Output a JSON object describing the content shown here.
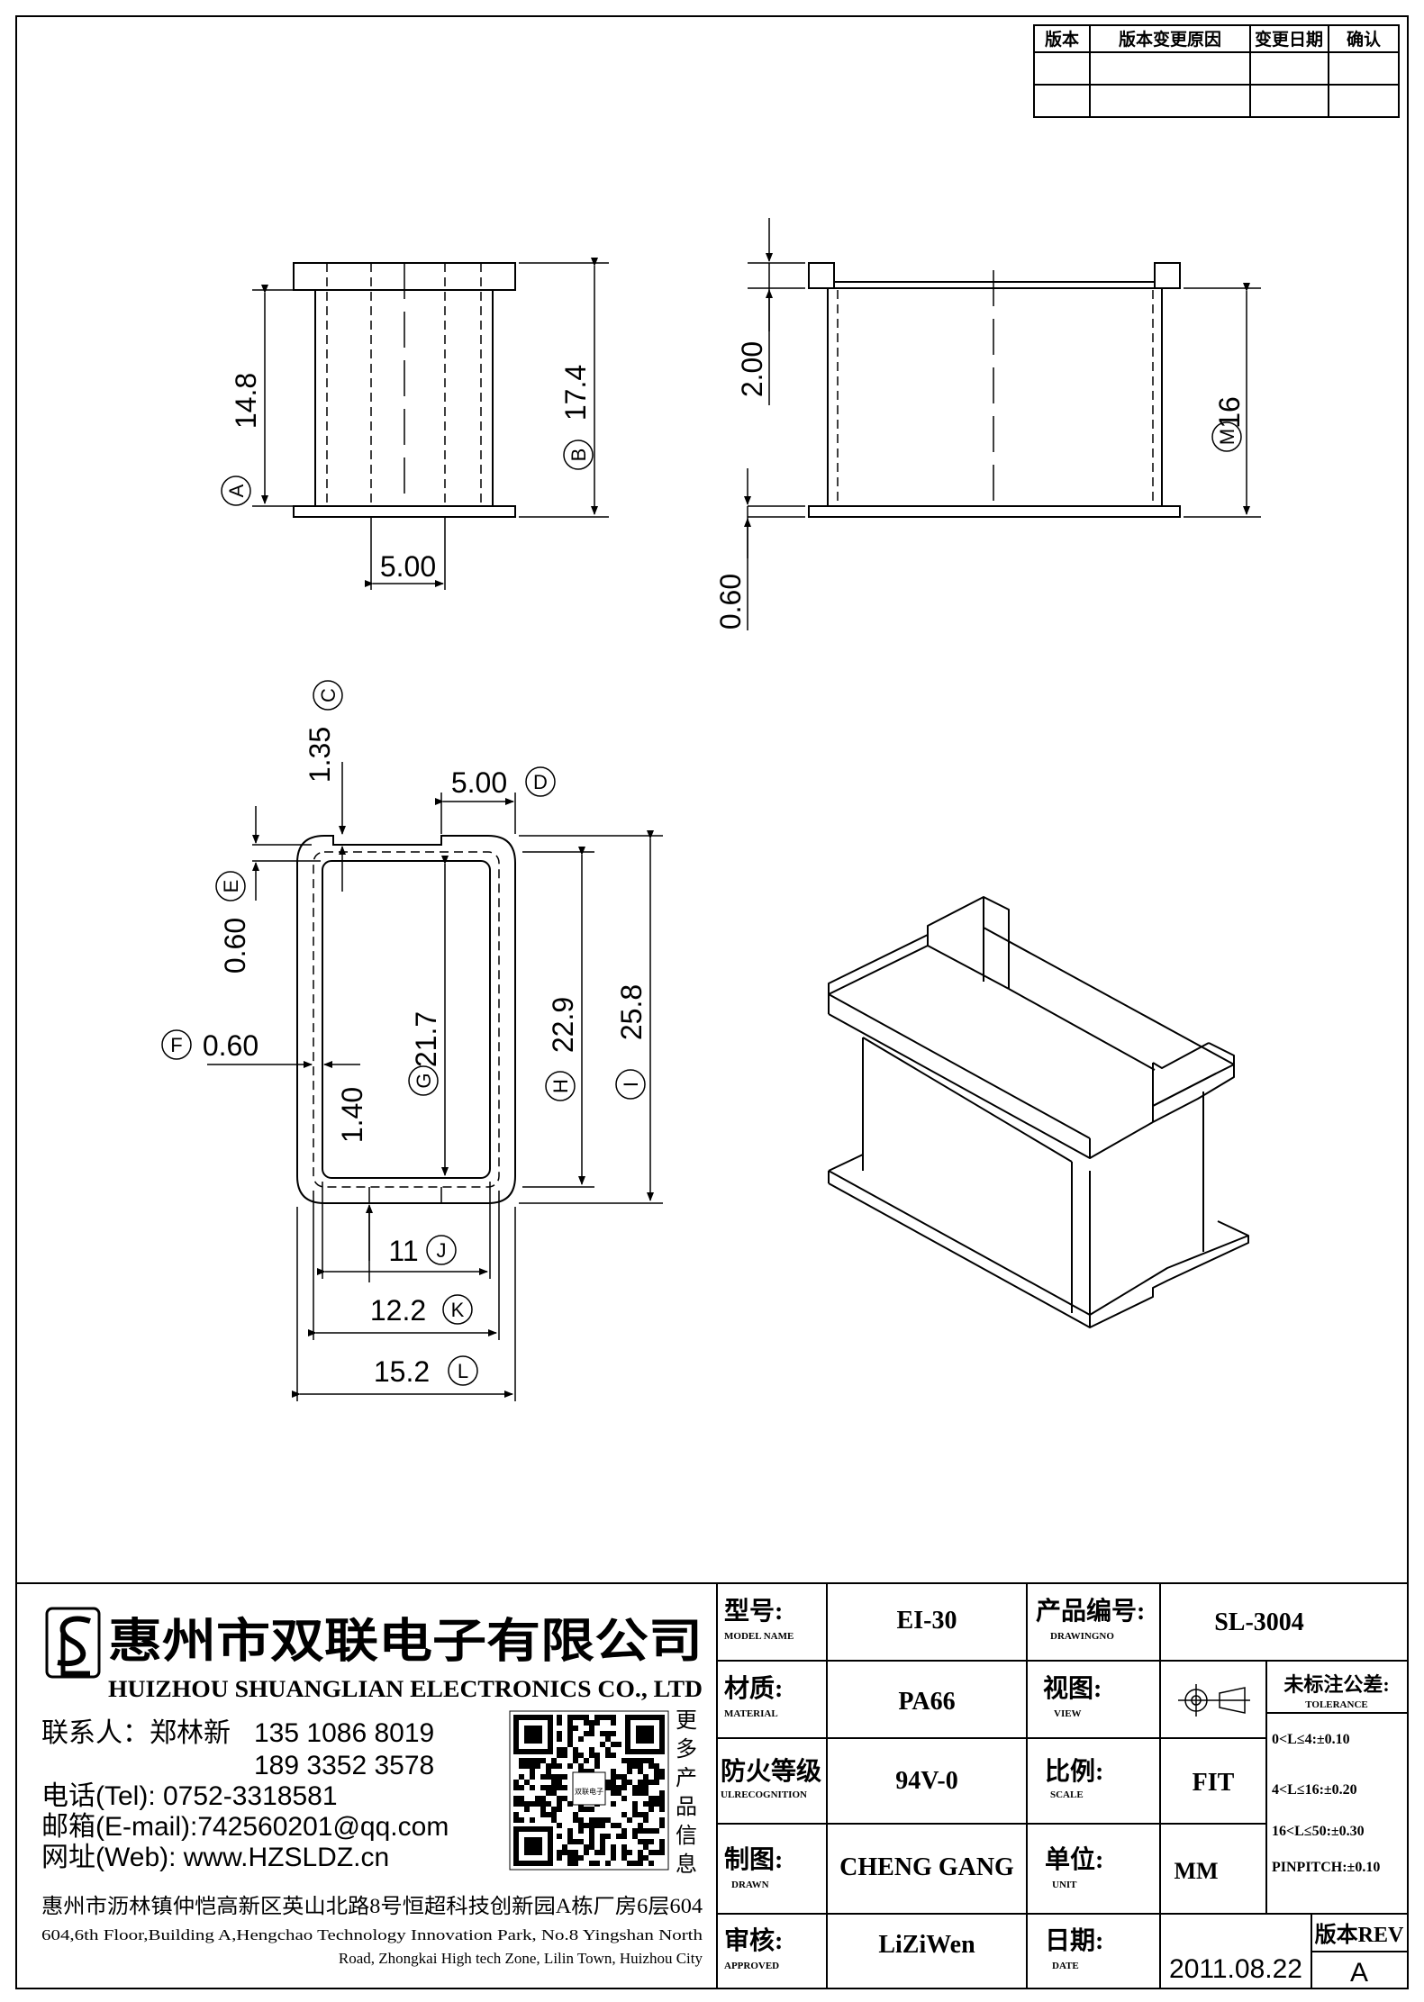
{
  "revision_table": {
    "headers": [
      "版本",
      "版本变更原因",
      "变更日期",
      "确认"
    ]
  },
  "dims": {
    "a": {
      "value": "14.8",
      "label": "A"
    },
    "b": {
      "value": "17.4",
      "label": "B"
    },
    "w5_front": "5.00",
    "h2": "2.00",
    "m": {
      "value": "16",
      "label": "M"
    },
    "h06": "0.60",
    "c": {
      "value": "1.35",
      "label": "C"
    },
    "d": {
      "value": "5.00",
      "label": "D"
    },
    "e": {
      "value": "0.60",
      "label": "E"
    },
    "f": {
      "value": "0.60",
      "label": "F"
    },
    "g": {
      "value": "21.7",
      "label": "G"
    },
    "h": {
      "value": "22.9",
      "label": "H"
    },
    "i": {
      "value": "25.8",
      "label": "I"
    },
    "v140": "1.40",
    "j": {
      "value": "11",
      "label": "J"
    },
    "k": {
      "value": "12.2",
      "label": "K"
    },
    "l": {
      "value": "15.2",
      "label": "L"
    }
  },
  "company": {
    "name_cn": "惠州市双联电子有限公司",
    "name_en": "HUIZHOU SHUANGLIAN ELECTRONICS CO., LTD",
    "contact_label": "联系人：郑林新",
    "phone1": "135 1086 8019",
    "phone2": "189 3352 3578",
    "tel": "电话(Tel): 0752-3318581",
    "email": "邮箱(E-mail):742560201@qq.com",
    "web": "网址(Web): www.HZSLDZ.cn",
    "qr_caption": [
      "更",
      "多",
      "产",
      "品",
      "信",
      "息"
    ],
    "qr_center": "双联电子",
    "address_cn": "惠州市沥林镇仲恺高新区英山北路8号恒超科技创新园A栋厂房6层604",
    "address_en_1": "604,6th Floor,Building A,Hengchao Technology Innovation Park, No.8 Yingshan North",
    "address_en_2": "Road, Zhongkai High tech Zone, Lilin Town, Huizhou City"
  },
  "title_block": {
    "model_label": "型号:",
    "model_sub": "MODEL NAME",
    "model_value": "EI-30",
    "drawingno_label": "产品编号:",
    "drawingno_sub": "DRAWINGNO",
    "drawingno_value": "SL-3004",
    "material_label": "材质:",
    "material_sub": "MATERIAL",
    "material_value": "PA66",
    "view_label": "视图:",
    "view_sub": "VIEW",
    "tolerance_label": "未标注公差:",
    "tolerance_sub": "TOLERANCE",
    "tolerances": [
      "0<L≤4:±0.10",
      "4<L≤16:±0.20",
      "16<L≤50:±0.30",
      "PINPITCH:±0.10"
    ],
    "fire_label": "防火等级",
    "fire_sub": "ULRECOGNITION",
    "fire_value": "94V-0",
    "scale_label": "比例:",
    "scale_sub": "SCALE",
    "scale_value": "FIT",
    "drawn_label": "制图:",
    "drawn_sub": "DRAWN",
    "drawn_value": "CHENG GANG",
    "unit_label": "单位:",
    "unit_sub": "UNIT",
    "unit_value": "MM",
    "approved_label": "审核:",
    "approved_sub": "APPROVED",
    "approved_value": "LiZiWen",
    "date_label": "日期:",
    "date_sub": "DATE",
    "date_value": "2011.08.22",
    "rev_label": "版本REV",
    "rev_value": "A"
  }
}
